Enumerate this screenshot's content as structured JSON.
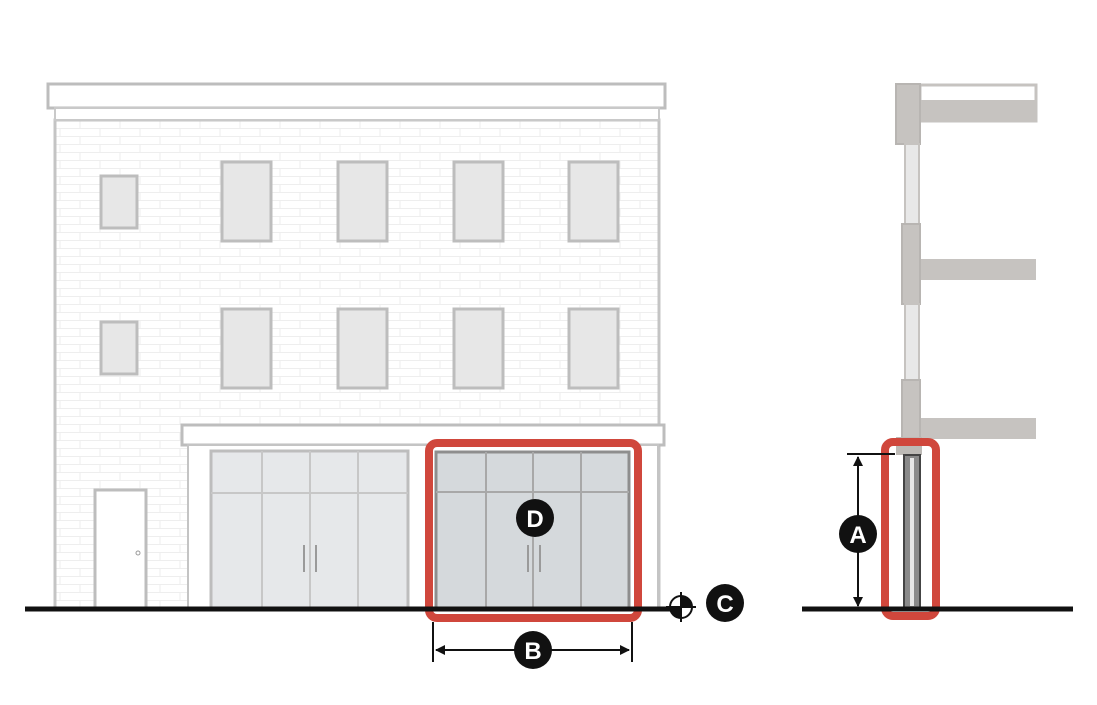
{
  "callouts": {
    "a": "A",
    "b": "B",
    "c": "C",
    "d": "D"
  },
  "colors": {
    "highlight": "#d0473c",
    "building_outline": "#bdbdbd",
    "glass_highlighted": "#d5d9dc",
    "glass": "#e6e8ea",
    "section_fill": "#c6c3c0",
    "ground": "#111111",
    "marker": "#111111"
  }
}
